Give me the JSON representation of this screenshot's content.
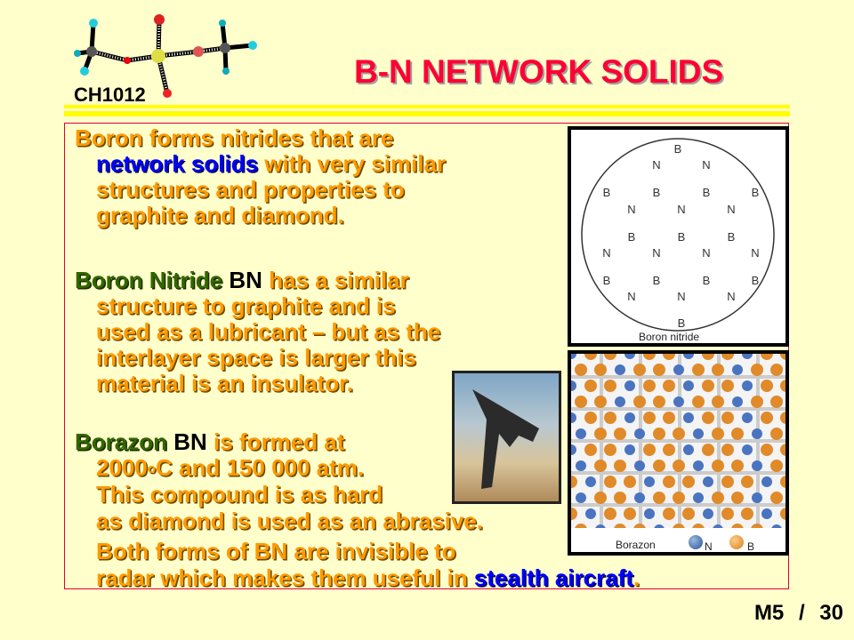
{
  "header": {
    "course_code": "CH1012",
    "title": "B-N NETWORK SOLIDS"
  },
  "paragraphs": [
    {
      "lines": [
        [
          {
            "t": "Boron forms nitrides that are",
            "c": "o"
          }
        ],
        [
          {
            "t": "network solids",
            "c": "b"
          },
          {
            "t": " with very similar",
            "c": "o"
          }
        ],
        [
          {
            "t": "structures and properties to",
            "c": "o"
          }
        ],
        [
          {
            "t": "graphite and diamond.",
            "c": "o"
          }
        ]
      ]
    },
    {
      "lines": [
        [
          {
            "t": "Boron Nitride",
            "c": "g"
          },
          {
            "t": " BN",
            "c": "k"
          },
          {
            "t": " has a similar",
            "c": "o"
          }
        ],
        [
          {
            "t": "structure to graphite and is",
            "c": "o"
          }
        ],
        [
          {
            "t": "used as a lubricant – but as the",
            "c": "o"
          }
        ],
        [
          {
            "t": "interlayer space is larger this",
            "c": "o"
          }
        ],
        [
          {
            "t": "material is an insulator.",
            "c": "o"
          }
        ]
      ]
    },
    {
      "lines": [
        [
          {
            "t": "Borazon",
            "c": "g"
          },
          {
            "t": " BN",
            "c": "k"
          },
          {
            "t": " is formed at",
            "c": "o"
          }
        ],
        [
          {
            "t": "2000",
            "c": "o"
          },
          {
            "t": "o",
            "c": "o",
            "sup": true
          },
          {
            "t": "C and 150 000 atm.",
            "c": "o"
          }
        ],
        [
          {
            "t": "This compound is as hard",
            "c": "o"
          }
        ],
        [
          {
            "t": "as diamond is used as an abrasive.",
            "c": "o"
          }
        ],
        [
          {
            "t": "Both forms of BN are invisible to",
            "c": "o"
          }
        ],
        [
          {
            "t": "radar which makes them useful in ",
            "c": "o"
          },
          {
            "t": "stealth aircraft",
            "c": "b"
          },
          {
            "t": ".",
            "c": "o"
          }
        ]
      ]
    }
  ],
  "figures": {
    "bn_caption": "Boron nitride",
    "borazon_caption": "Borazon",
    "legend_n": "N",
    "legend_b": "B",
    "atom_b": "B",
    "atom_n": "N"
  },
  "footer": {
    "module": "M5",
    "separator": "/",
    "page": "30"
  },
  "colors": {
    "background": "#ffffcc",
    "title": "#ff0033",
    "body": "#ff9900",
    "highlight": "#0000ff",
    "term": "#336600"
  }
}
